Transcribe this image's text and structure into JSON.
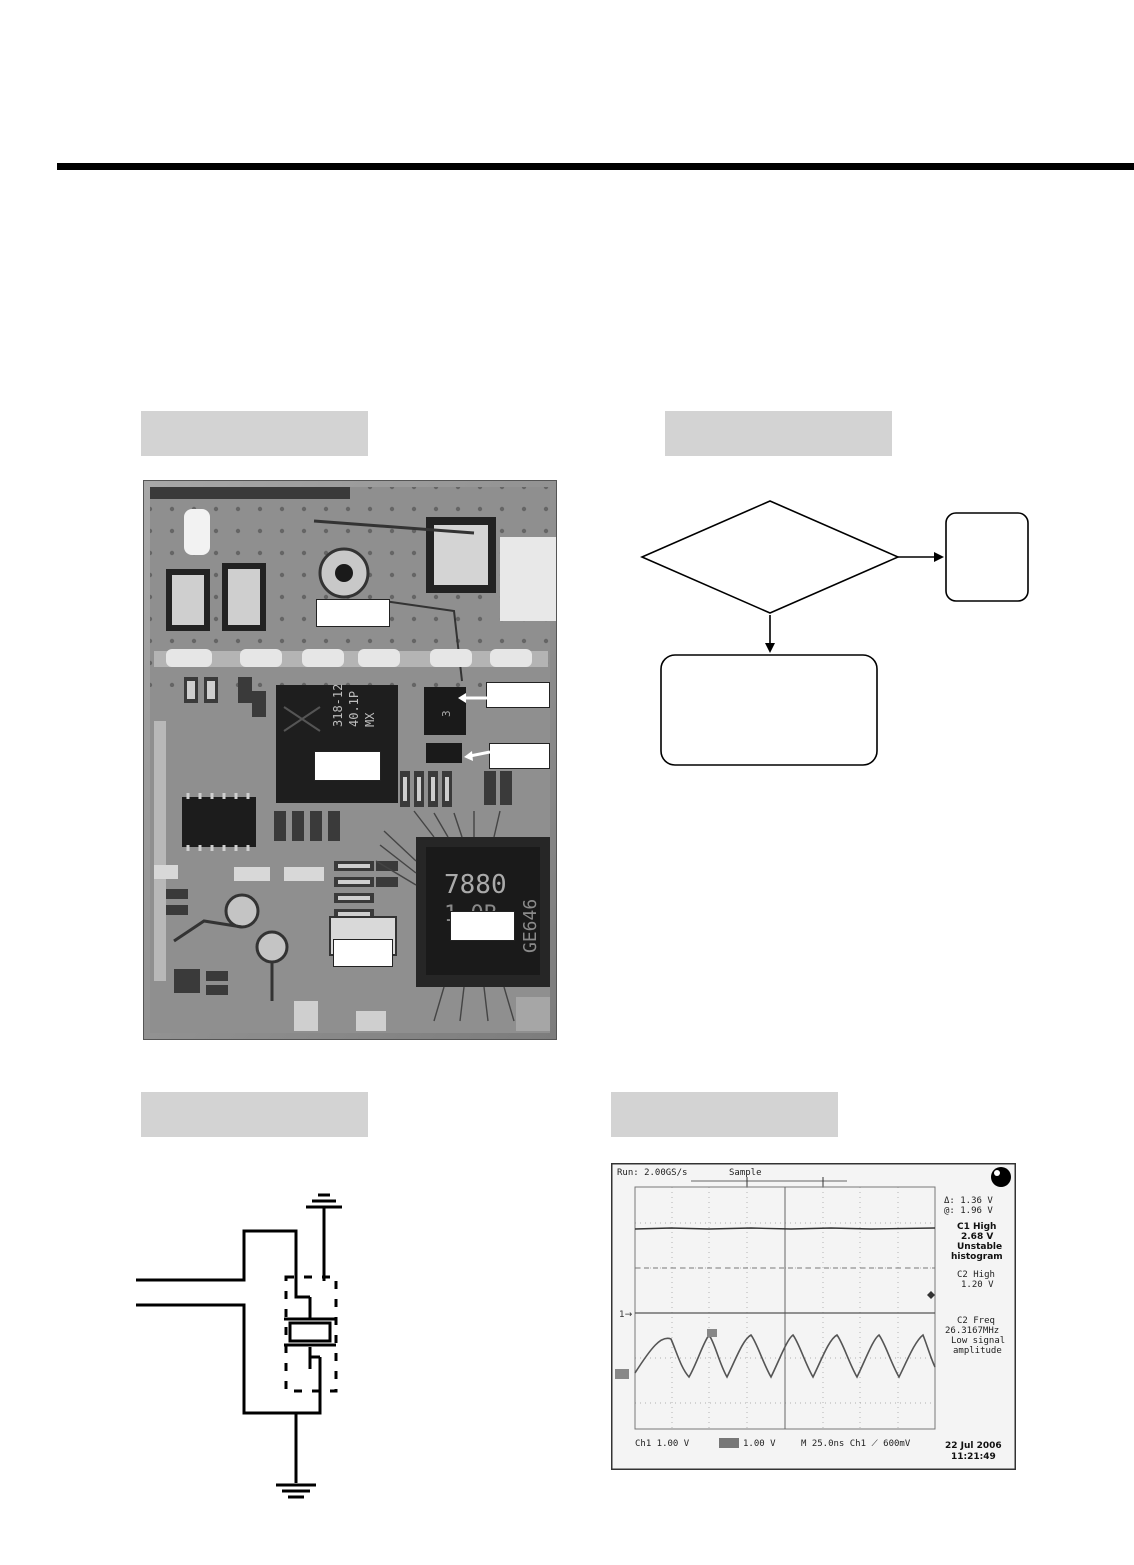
{
  "header_rule_color": "#000000",
  "section_label_color": "#d3d3d3",
  "photo_chip_markings": {
    "rf_chip": [
      "318-12",
      "40.1P",
      "MX"
    ],
    "cpu_chip": [
      "7880",
      "1.0B",
      "GE646"
    ],
    "small_chip_mark": "3"
  },
  "scope": {
    "status": "Run: 2.00GS/s",
    "mode": "Sample",
    "delta": "Δ: 1.36 V",
    "at": "@: 1.96 V",
    "c1_high_title": "C1 High",
    "c1_high_value": "2.68 V",
    "c1_high_note1": "Unstable",
    "c1_high_note2": "histogram",
    "c2_high_title": "C2 High",
    "c2_high_value": "1.20 V",
    "c2_freq_title": "C2 Freq",
    "c2_freq_value": "26.3167MHz",
    "c2_freq_note1": "Low signal",
    "c2_freq_note2": "amplitude",
    "ch1_scale": "Ch1    1.00 V",
    "ch2_scale": "1.00 V",
    "timebase": "M 25.0ns  Ch1 ⟋    600mV",
    "date": "22 Jul 2006",
    "time": "11:21:49"
  }
}
